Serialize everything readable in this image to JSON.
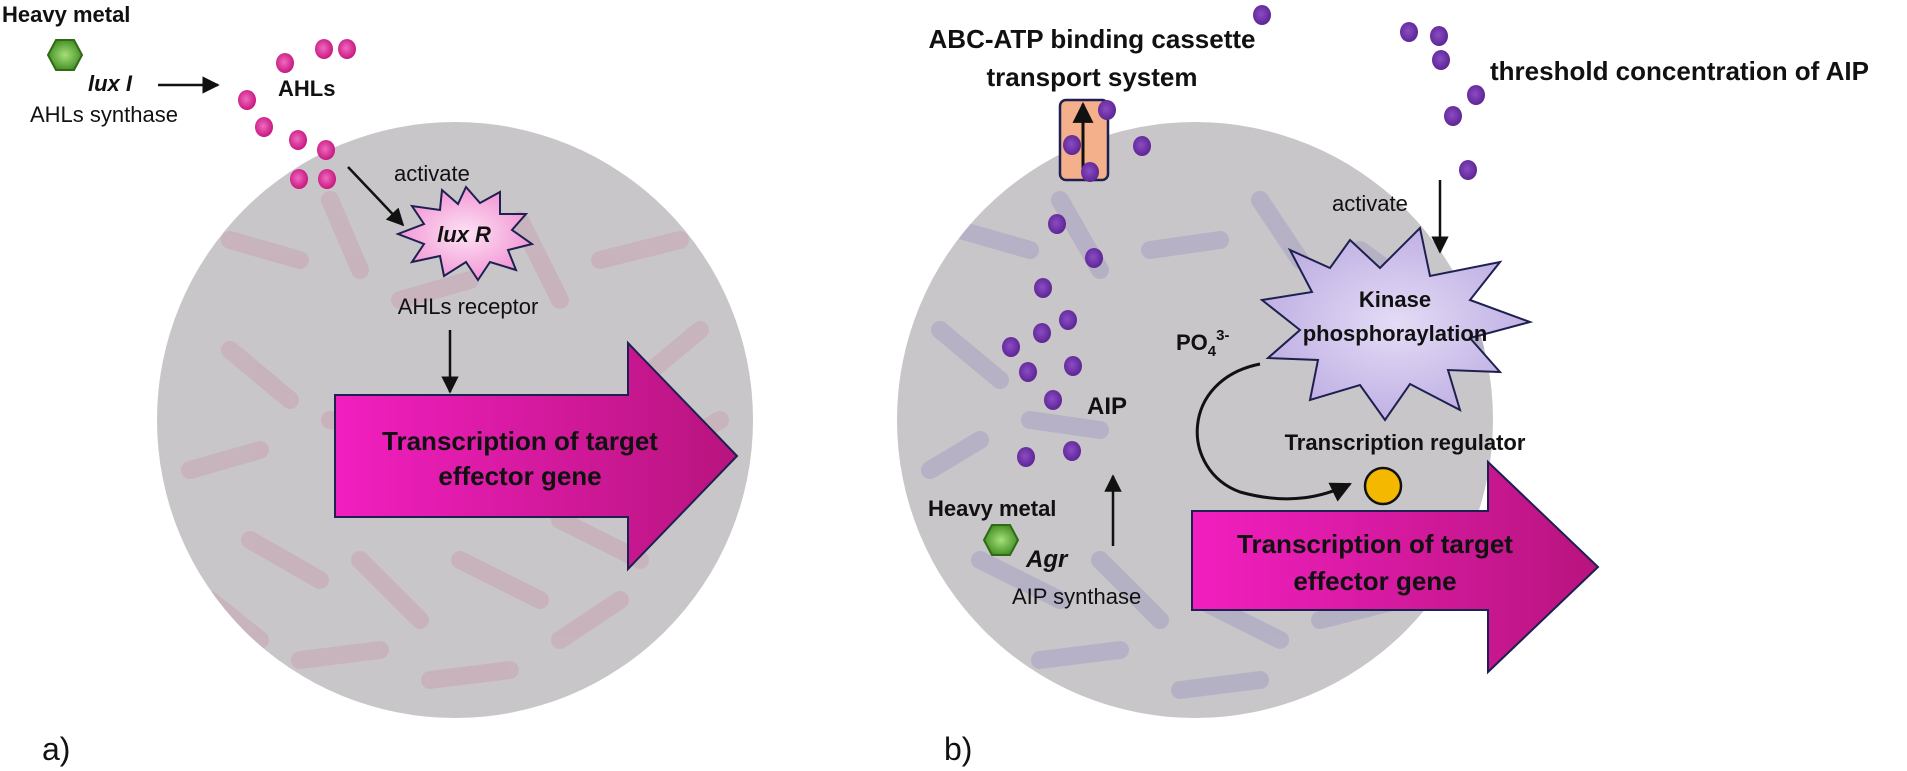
{
  "panel_a": {
    "label": "a)",
    "heavy_metal": "Heavy metal",
    "gene": "lux I",
    "synthase": "AHLs synthase",
    "signal": "AHLs",
    "activate": "activate",
    "receptor_gene": "lux R",
    "receptor": "AHLs receptor",
    "transcription_line1": "Transcription of target",
    "transcription_line2": "effector gene"
  },
  "panel_b": {
    "label": "b)",
    "transport_line1": "ABC-ATP binding cassette",
    "transport_line2": "transport system",
    "threshold": "threshold concentration of AIP",
    "activate": "activate",
    "kinase_line1": "Kinase",
    "kinase_line2": "phosphoraylation",
    "phosphate": "PO",
    "phosphate_sub": "4",
    "phosphate_sup": "3-",
    "signal": "AIP",
    "regulator": "Transcription regulator",
    "heavy_metal": "Heavy metal",
    "gene": "Agr",
    "synthase": "AIP synthase",
    "transcription_line1": "Transcription of target",
    "transcription_line2": "effector gene"
  },
  "colors": {
    "cell": "#c8c6c8",
    "ahl": "#d6218e",
    "aip": "#6a2fa0",
    "arrow_magenta": "#e01fae",
    "kinase": "#cdc2e8",
    "luxr": "#f5a8dc",
    "transporter": "#f3b08a",
    "regulator": "#f5b800",
    "heavy_metal": "#4c9a2a"
  }
}
